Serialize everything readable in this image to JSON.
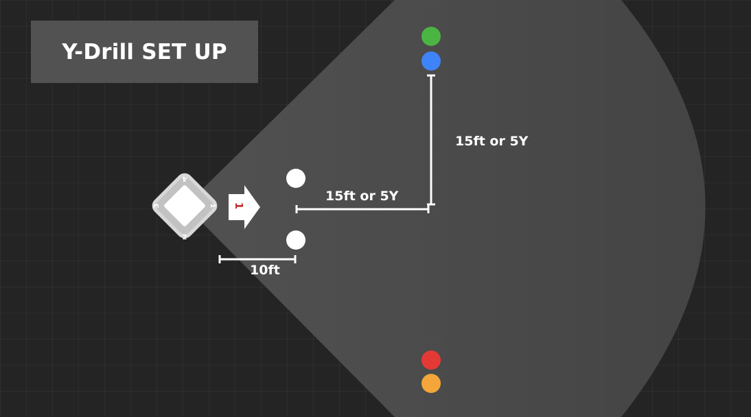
{
  "title": "Y-Drill SET UP",
  "measurements": {
    "horizontal": "15ft or 5Y",
    "vertical": "15ft or 5Y",
    "short": "10ft"
  },
  "base": {
    "numbers": [
      "1",
      "2",
      "3",
      "4"
    ]
  },
  "arrow_label": "1",
  "player_colors": {
    "top_first": "#4bb543",
    "top_second": "#3f83f8",
    "bottom_first": "#e53935",
    "bottom_second": "#f4a63a",
    "cones": "#ffffff"
  },
  "colors": {
    "background": "#242424",
    "field": "#4a4a4a",
    "title_box": "#525252",
    "arrow_label": "#c62828"
  }
}
